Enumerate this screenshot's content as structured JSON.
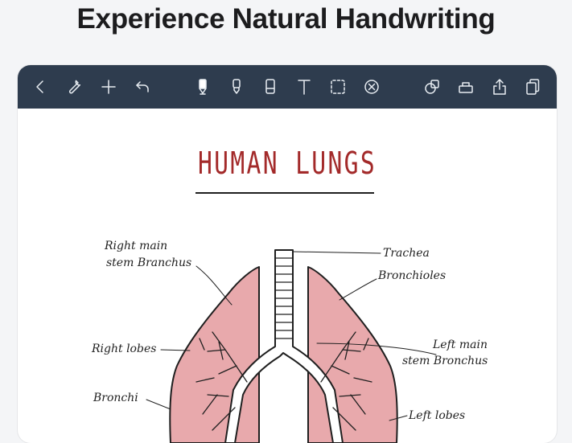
{
  "headline": "Experience Natural Handwriting",
  "toolbar": {
    "left": [
      {
        "name": "back",
        "icon": "chevron-left-icon"
      },
      {
        "name": "tools",
        "icon": "wrench-icon"
      },
      {
        "name": "add",
        "icon": "plus-icon"
      },
      {
        "name": "undo",
        "icon": "undo-icon"
      }
    ],
    "center": [
      {
        "name": "pen",
        "icon": "pen-icon",
        "active": true
      },
      {
        "name": "highlighter",
        "icon": "highlighter-icon"
      },
      {
        "name": "eraser",
        "icon": "eraser-icon"
      },
      {
        "name": "text",
        "icon": "text-icon"
      },
      {
        "name": "lasso",
        "icon": "lasso-select-icon"
      },
      {
        "name": "shape",
        "icon": "shape-cancel-icon"
      }
    ],
    "right": [
      {
        "name": "shapes",
        "icon": "shapes-icon"
      },
      {
        "name": "toolbox",
        "icon": "toolbox-icon"
      },
      {
        "name": "share",
        "icon": "share-icon"
      },
      {
        "name": "pages",
        "icon": "pages-icon"
      }
    ],
    "colors": {
      "bar": "#2e3c4e",
      "icon": "#e8edf2"
    }
  },
  "note": {
    "title": "HUMAN LUNGS",
    "title_color": "#a32a2a",
    "lung_fill": "#e8a9ac",
    "labels": {
      "right_main_1": "Right main",
      "right_main_2": "stem Branchus",
      "trachea": "Trachea",
      "bronchioles": "Bronchioles",
      "right_lobes": "Right lobes",
      "left_main_1": "Left main",
      "left_main_2": "stem Bronchus",
      "bronchi": "Bronchi",
      "left_lobes": "Left lobes"
    }
  }
}
